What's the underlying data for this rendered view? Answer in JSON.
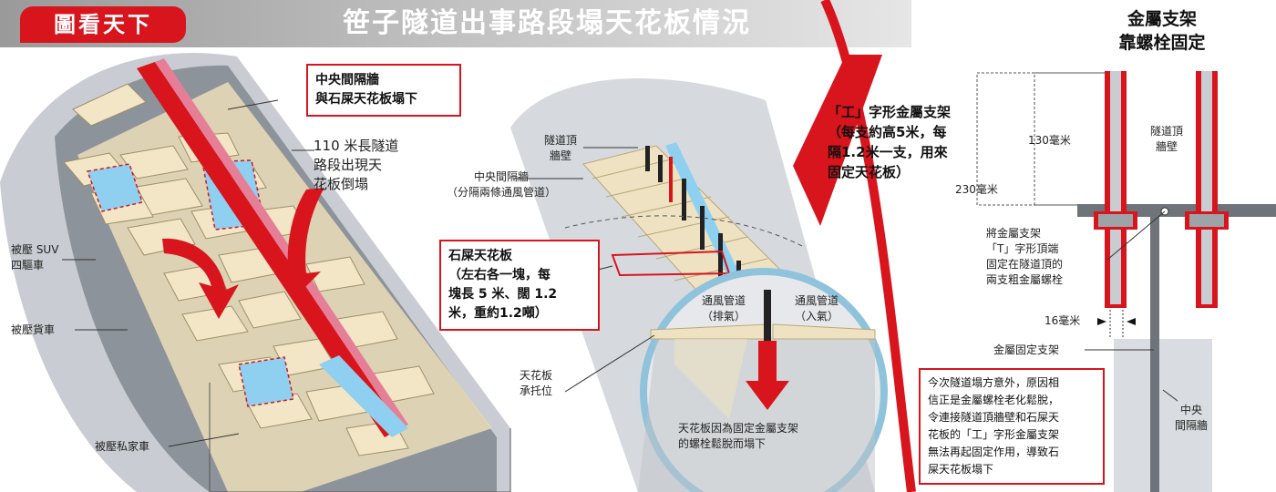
{
  "header": {
    "tag": "圖看天下",
    "title": "笹子隧道出事路段塌天花板情況"
  },
  "left_panel": {
    "callout_box": [
      "中央間隔牆",
      "與石屎天花板塌下"
    ],
    "collapse_note": [
      "110 米長隧道",
      "路段出現天",
      "花板倒塌"
    ],
    "label_suv": [
      "被壓 SUV",
      "四驅車"
    ],
    "label_truck": "被壓貨車",
    "label_car": "被壓私家車"
  },
  "middle_panel": {
    "label_tunnel_roof": [
      "隧道頂",
      "牆壁"
    ],
    "label_center_wall": [
      "中央間隔牆",
      "（分隔兩條通風管道）"
    ],
    "slab_box": [
      "石屎天花板",
      "（左右各一塊，每",
      "塊長 5 米、闊 1.2",
      "米，重約1.2噸）"
    ],
    "label_duct_exhaust": [
      "通風管道",
      "（排氣）"
    ],
    "label_duct_intake": [
      "通風管道",
      "（入氣）"
    ],
    "label_ceiling_support": [
      "天花板",
      "承托位"
    ],
    "label_loose_bolt": [
      "天花板因為固定金屬支架",
      "的螺栓鬆脫而塌下"
    ]
  },
  "bracket_note": [
    "「工」字形金屬支架",
    "（每支約高5米，每",
    "隔1.2米一支，用來",
    "固定天花板）"
  ],
  "right_panel": {
    "title": [
      "金屬支架",
      "靠螺栓固定"
    ],
    "dim_130": "130毫米",
    "dim_230": "230毫米",
    "label_tunnel_roof": [
      "隧道頂",
      "牆壁"
    ],
    "bolt_note": [
      "將金屬支架",
      "「T」字形頂端",
      "固定在隧道頂的",
      "兩支粗金屬螺栓"
    ],
    "dim_16": "16毫米",
    "label_fixed_bracket": "金屬固定支架",
    "label_center_wall": [
      "中央",
      "間隔牆"
    ],
    "explanation": [
      "今次隧道塌方意外，原因相",
      "信正是金屬螺栓老化鬆脫，",
      "令連接隧道頂牆壁和石屎天",
      "花板的「工」字形金屬支架",
      "無法再起固定作用，導致石",
      "屎天花板塌下"
    ]
  },
  "colors": {
    "accent_red": "#d8141c",
    "slab_beige": "#eee2c2",
    "glass_blue": "#8fd0f0",
    "tunnel_grey": "#cfd3d8"
  }
}
